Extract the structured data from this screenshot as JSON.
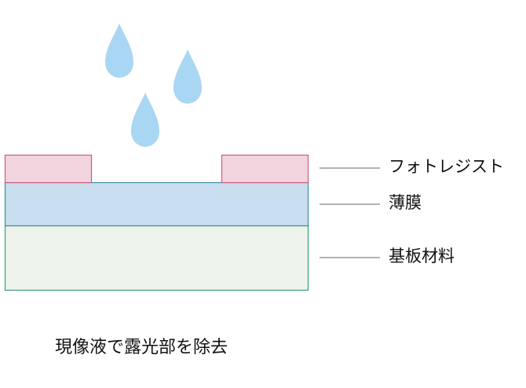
{
  "labels": {
    "photoresist": "フォトレジスト",
    "thin_film": "薄膜",
    "substrate": "基板材料"
  },
  "caption": "現像液で露光部を除去",
  "colors": {
    "droplet": "#a9d6f2",
    "photoresist_fill": "#f2d4df",
    "photoresist_stroke": "#c8607a",
    "thin_film_fill": "#c9deee",
    "thin_film_stroke": "#3a8fa8",
    "substrate_fill": "#edf2ea",
    "substrate_stroke": "#3aa07a",
    "leader_line": "#666666"
  }
}
